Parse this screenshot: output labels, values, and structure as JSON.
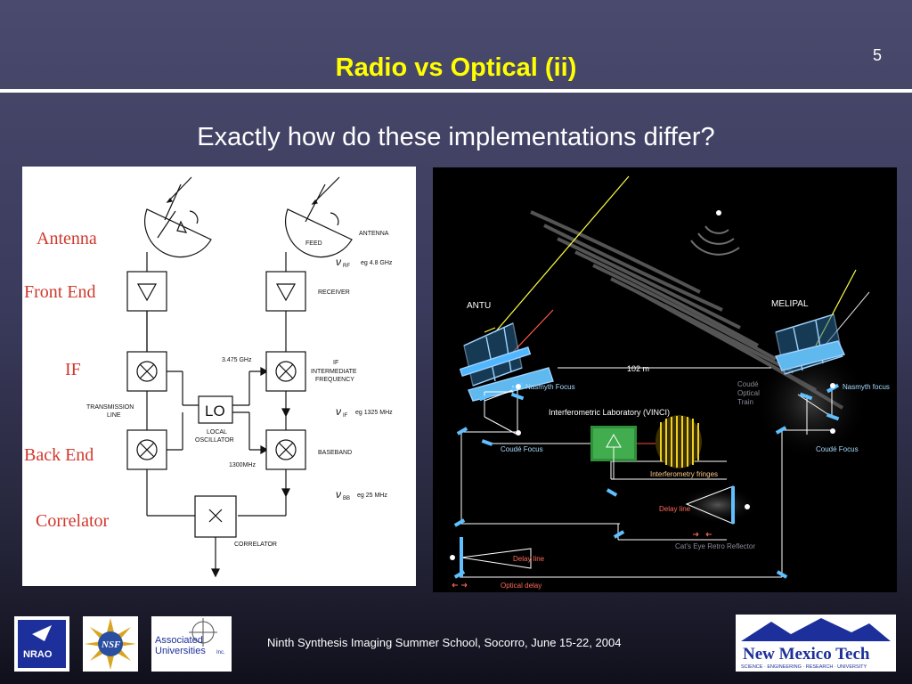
{
  "slide": {
    "page_number": "5",
    "title": "Radio vs Optical (ii)",
    "subtitle": "Exactly how do these implementations differ?",
    "footer": "Ninth Synthesis Imaging Summer School, Socorro, June 15-22, 2004"
  },
  "radio_diagram": {
    "side_labels": {
      "antenna": "Antenna",
      "front_end": "Front End",
      "if": "IF",
      "back_end": "Back End",
      "correlator": "Correlator"
    },
    "labels": {
      "feed": "FEED",
      "antenna": "ANTENNA",
      "nu_rf": "ν",
      "rf_sub": "RF",
      "rf_example": "eg 4.8 GHz",
      "receiver": "RECEIVER",
      "lo_freq": "3.475 GHz",
      "if_label": "IF",
      "if_line1": "INTERMEDIATE",
      "if_line2": "FREQUENCY",
      "transmission_line1": "TRANSMISSION",
      "transmission_line2": "LINE",
      "lo_box": "LO",
      "local_oscillator1": "LOCAL",
      "local_oscillator2": "OSCILLATOR",
      "if_sub": "IF",
      "if_example": "eg 1325 MHz",
      "baseband": "BASEBAND",
      "bb_freq": "1300MHz",
      "bb_sub": "BB",
      "bb_example": "eg 25 MHz",
      "correlator": "CORRELATOR"
    }
  },
  "optical_diagram": {
    "labels": {
      "antu": "ANTU",
      "melipal": "MELIPAL",
      "distance": "102 m",
      "nasmyth_focus_left": "Nasmyth Focus",
      "nasmyth_focus_right": "Nasmyth focus",
      "coude_optical_train1": "Coudé",
      "coude_optical_train2": "Optical",
      "coude_optical_train3": "Train",
      "lab": "Interferometric Laboratory (VINCI)",
      "fringes": "Interferometry fringes",
      "coude_focus_left": "Coudé Focus",
      "coude_focus_right": "Coudé Focus",
      "delay_line_right": "Delay  line",
      "cats_eye": "Cat's Eye Retro Reflector",
      "delay_line_left": "Delay  line",
      "optical_delay": "Optical delay"
    }
  },
  "logos": {
    "nrao": "NRAO",
    "nsf": "NSF",
    "aui_line1": "Associated",
    "aui_line2": "Universities",
    "aui_inc": "Inc.",
    "nmt_name": "New Mexico Tech",
    "nmt_tagline": "SCIENCE · ENGINEERING · RESEARCH · UNIVERSITY"
  },
  "colors": {
    "title": "#ffff00",
    "side_labels": "#d0382c",
    "background": "#3a3a5c"
  }
}
